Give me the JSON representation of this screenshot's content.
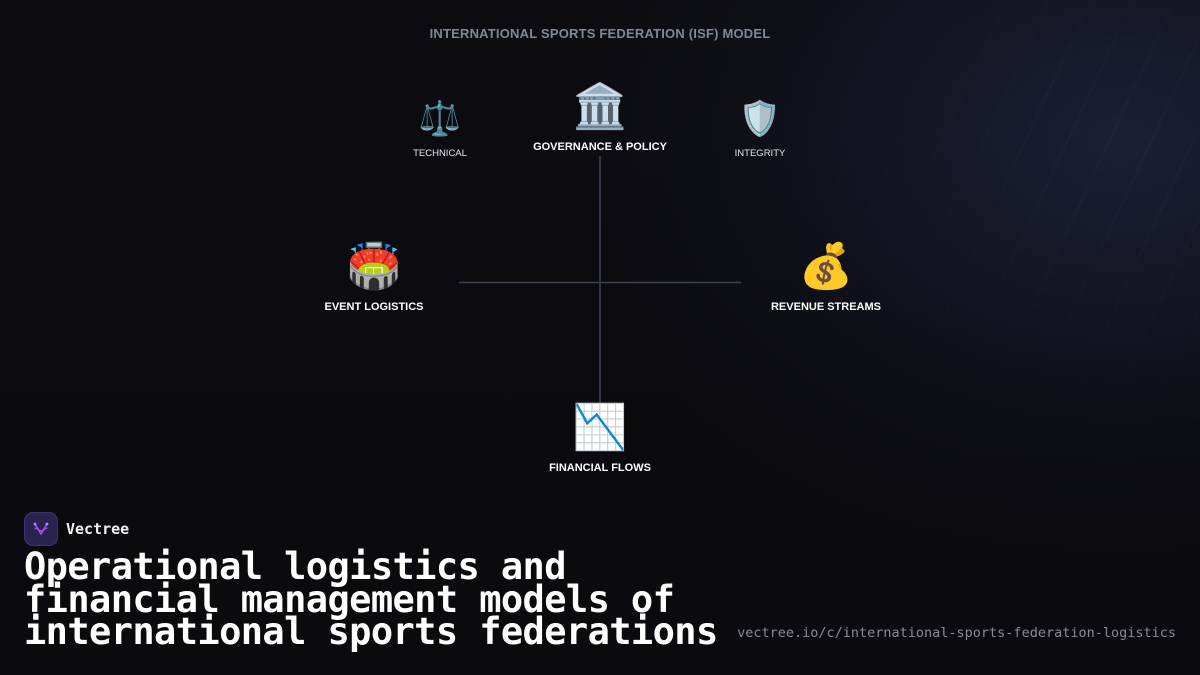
{
  "diagram": {
    "title": "INTERNATIONAL SPORTS FEDERATION (ISF) MODEL",
    "nodes": {
      "technical": {
        "label": "TECHNICAL",
        "icon": "⚖️",
        "icon_name": "scales-icon"
      },
      "governance": {
        "label": "GOVERNANCE & POLICY",
        "icon": "🏛️",
        "icon_name": "classical-building-icon"
      },
      "integrity": {
        "label": "INTEGRITY",
        "icon": "🛡️",
        "icon_name": "shield-icon"
      },
      "event_logistics": {
        "label": "EVENT LOGISTICS",
        "icon": "🏟️",
        "icon_name": "stadium-icon"
      },
      "revenue_streams": {
        "label": "REVENUE STREAMS",
        "icon": "💰",
        "icon_name": "money-bag-icon"
      },
      "financial_flows": {
        "label": "FINANCIAL FLOWS",
        "icon": "📉",
        "icon_name": "chart-decreasing-icon"
      }
    },
    "colors": {
      "connector": "#3a4252",
      "title": "#7f8899"
    }
  },
  "brand": {
    "name": "Vectree",
    "logo_icon": "vectree-logo-icon",
    "accent": "#7c4dff"
  },
  "headline": {
    "line1": "Operational logistics and",
    "line2": "financial management models of",
    "line3": "international sports federations"
  },
  "url": "vectree.io/c/international-sports-federation-logistics"
}
